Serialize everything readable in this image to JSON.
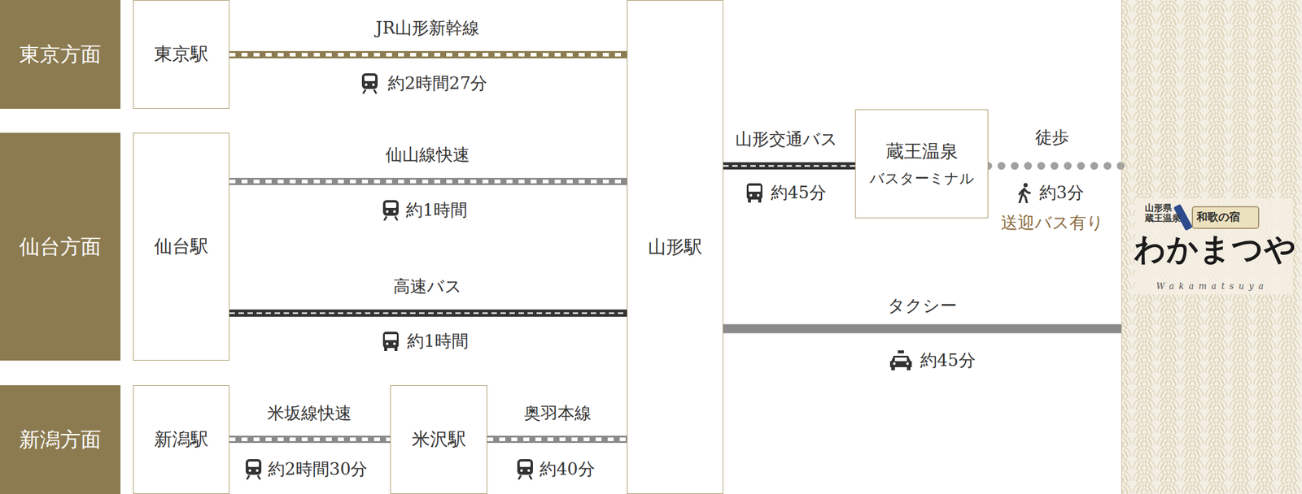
{
  "diagram": {
    "nodes": [
      {
        "text": [
          "東京方面"
        ]
      },
      {
        "text": [
          "東京駅"
        ]
      },
      {
        "text": [
          "仙台方面"
        ]
      },
      {
        "text": [
          "仙台駅"
        ]
      },
      {
        "text": [
          "新潟方面"
        ]
      },
      {
        "text": [
          "新潟駅"
        ]
      },
      {
        "text": [
          "米沢駅"
        ]
      },
      {
        "text": [
          "山形駅"
        ]
      },
      {
        "text": [
          "蔵王温泉",
          "バスターミナル"
        ]
      },
      {
        "text": [
          "山形県 蔵王温泉",
          "和歌の宿",
          "わかまつや",
          "Wakamatsuya"
        ]
      }
    ],
    "edges": [
      {
        "from": 1,
        "to": 7,
        "arrow": "none",
        "label": "JR山形新幹線"
      },
      {
        "from": 3,
        "to": 7,
        "arrow": "none",
        "label": "仙山線快速"
      },
      {
        "from": 3,
        "to": 7,
        "arrow": "none",
        "label": "高速バス"
      },
      {
        "from": 5,
        "to": 6,
        "arrow": "none",
        "label": "米坂線快速"
      },
      {
        "from": 6,
        "to": 7,
        "arrow": "none",
        "label": "奥羽本線"
      },
      {
        "from": 7,
        "to": 8,
        "arrow": "none",
        "label": "山形交通バス"
      },
      {
        "from": 8,
        "to": 9,
        "arrow": "none",
        "label": "徒歩"
      },
      {
        "from": 7,
        "to": 9,
        "arrow": "none",
        "label": "タクシー"
      }
    ],
    "labels": [
      "約2時間27分",
      "約1時間",
      "約1時間",
      "約2時間30分",
      "約40分",
      "約45分",
      "約3分",
      "送迎バス有り",
      "約45分"
    ]
  }
}
